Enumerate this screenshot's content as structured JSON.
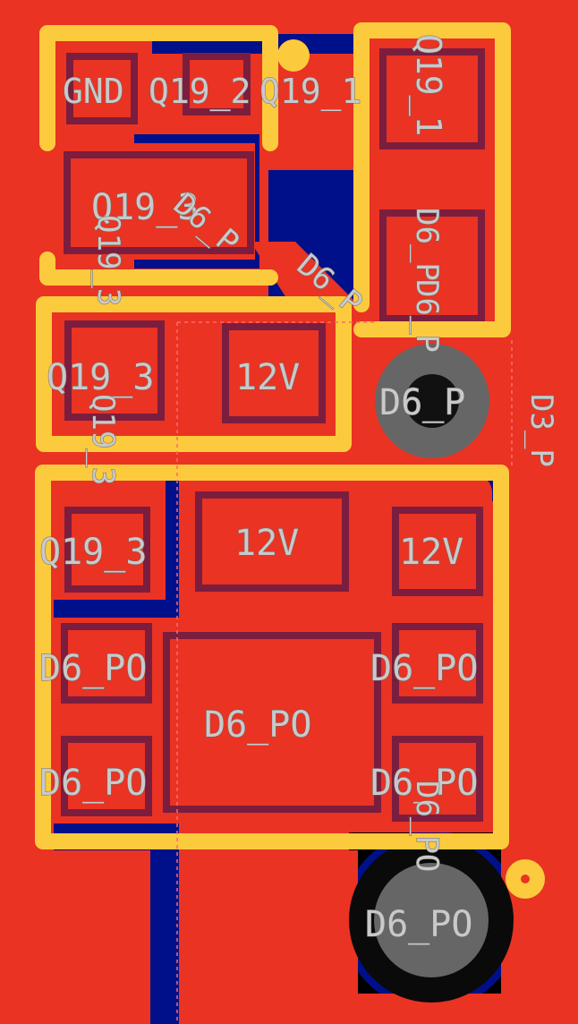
{
  "colors": {
    "copper": "#ea3323",
    "copper_dark": "#0a0a0a",
    "bottom_copper": "#00108a",
    "silkscreen": "#fccb3d",
    "pad_outline": "#7b1d3e",
    "via": "#666666",
    "label": "#c9c9c9"
  },
  "labels": {
    "gnd": "GND",
    "q19_2": "Q19_2",
    "q19_1_h": "Q19_1",
    "q19_1_v": "Q19_1",
    "q19_3_big": "Q19_3",
    "q19_3_rot": "Q19_3",
    "d6_p_diag1": "D6_P",
    "d6_p_diag2": "D6_P",
    "d6_p_vert": "D6_P",
    "d6_p_via": "D6_P",
    "d6_p_vert2": "D6_P",
    "q19_3_mid": "Q19_3",
    "v12_top": "12V",
    "q19_3_rot2": "Q19_3",
    "d3_p": "D3_P",
    "q19_3_low": "Q19_3",
    "v12_mid": "12V",
    "v12_right": "12V",
    "d6_po_l1": "D6_PO",
    "d6_po_r1": "D6_PO",
    "d6_po_center": "D6_PO",
    "d6_po_l2": "D6_PO",
    "d6_po_r2": "D6_PO",
    "d6_po_rot": "D6_PO",
    "d6_po_via": "D6_PO"
  }
}
